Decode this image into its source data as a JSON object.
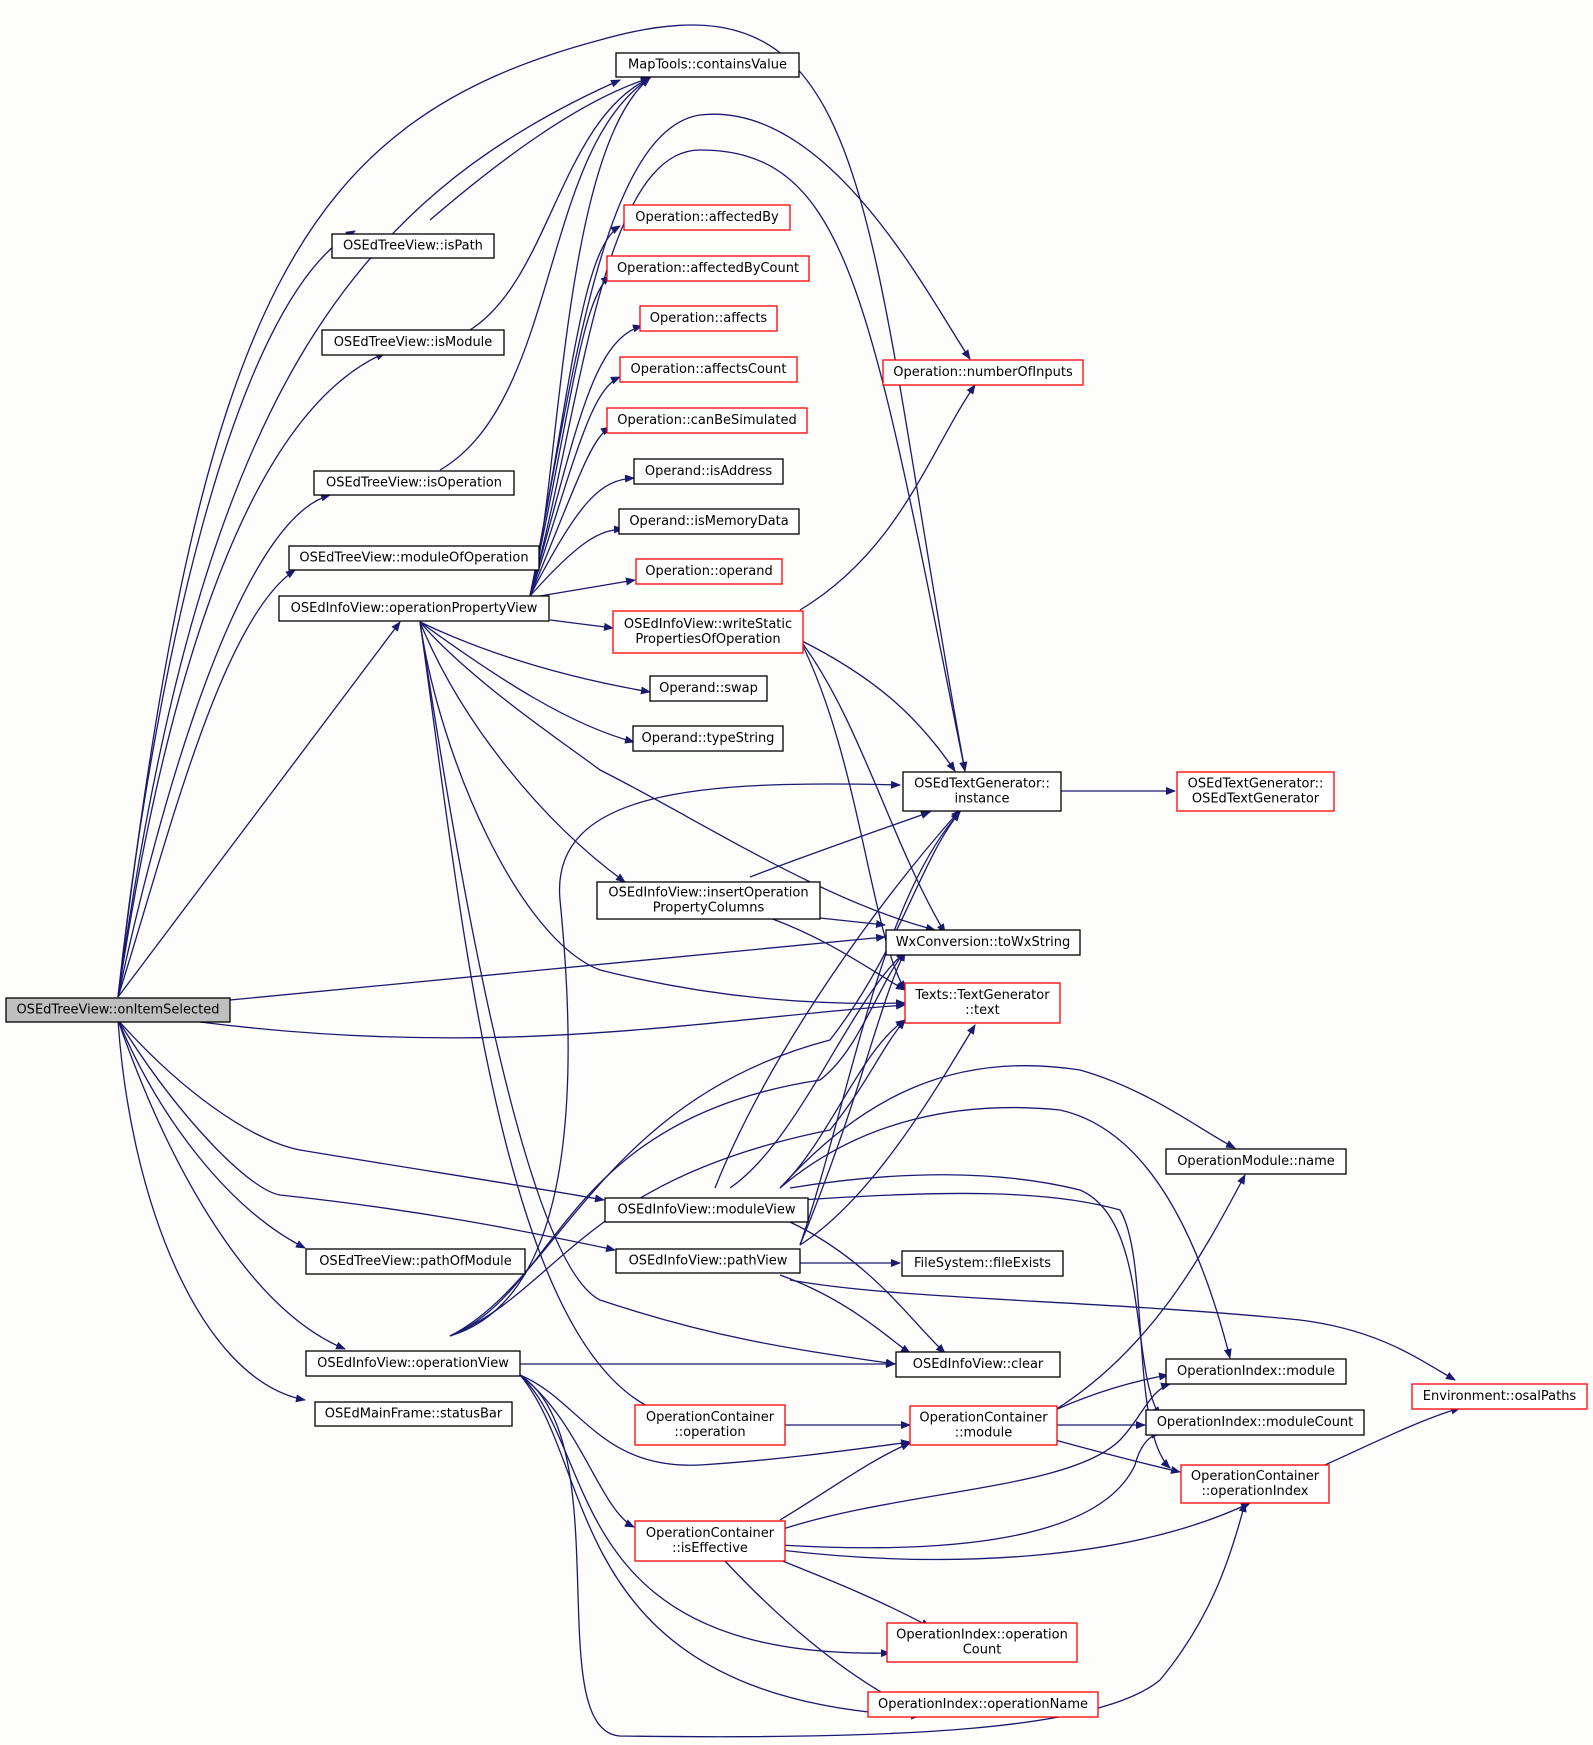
{
  "colors": {
    "edge": "#191970",
    "border_black": "#000000",
    "border_red": "#ff0000",
    "fill_default": "#ffffff",
    "fill_root": "#bfbfbf",
    "background": "#fdfdfb"
  },
  "nodes": [
    {
      "id": "onItemSelected",
      "lines": [
        "OSEdTreeView::onItemSelected"
      ],
      "border": "black",
      "root": true
    },
    {
      "id": "isPath",
      "lines": [
        "OSEdTreeView::isPath"
      ],
      "border": "black"
    },
    {
      "id": "isModule",
      "lines": [
        "OSEdTreeView::isModule"
      ],
      "border": "black"
    },
    {
      "id": "isOperation",
      "lines": [
        "OSEdTreeView::isOperation"
      ],
      "border": "black"
    },
    {
      "id": "moduleOfOperation",
      "lines": [
        "OSEdTreeView::moduleOfOperation"
      ],
      "border": "black"
    },
    {
      "id": "operationPropertyView",
      "lines": [
        "OSEdInfoView::operationPropertyView"
      ],
      "border": "black"
    },
    {
      "id": "pathOfModule",
      "lines": [
        "OSEdTreeView::pathOfModule"
      ],
      "border": "black"
    },
    {
      "id": "operationView",
      "lines": [
        "OSEdInfoView::operationView"
      ],
      "border": "black"
    },
    {
      "id": "statusBar",
      "lines": [
        "OSEdMainFrame::statusBar"
      ],
      "border": "black"
    },
    {
      "id": "containsValue",
      "lines": [
        "MapTools::containsValue"
      ],
      "border": "black"
    },
    {
      "id": "affectedBy",
      "lines": [
        "Operation::affectedBy"
      ],
      "border": "red"
    },
    {
      "id": "affectedByCount",
      "lines": [
        "Operation::affectedByCount"
      ],
      "border": "red"
    },
    {
      "id": "affects",
      "lines": [
        "Operation::affects"
      ],
      "border": "red"
    },
    {
      "id": "affectsCount",
      "lines": [
        "Operation::affectsCount"
      ],
      "border": "red"
    },
    {
      "id": "canBeSimulated",
      "lines": [
        "Operation::canBeSimulated"
      ],
      "border": "red"
    },
    {
      "id": "isAddress",
      "lines": [
        "Operand::isAddress"
      ],
      "border": "black"
    },
    {
      "id": "isMemoryData",
      "lines": [
        "Operand::isMemoryData"
      ],
      "border": "black"
    },
    {
      "id": "operand",
      "lines": [
        "Operation::operand"
      ],
      "border": "red"
    },
    {
      "id": "writeStatic",
      "lines": [
        "OSEdInfoView::writeStatic",
        "PropertiesOfOperation"
      ],
      "border": "red"
    },
    {
      "id": "swap",
      "lines": [
        "Operand::swap"
      ],
      "border": "black"
    },
    {
      "id": "typeString",
      "lines": [
        "Operand::typeString"
      ],
      "border": "black"
    },
    {
      "id": "insertColumns",
      "lines": [
        "OSEdInfoView::insertOperation",
        "PropertyColumns"
      ],
      "border": "black"
    },
    {
      "id": "moduleView",
      "lines": [
        "OSEdInfoView::moduleView"
      ],
      "border": "black"
    },
    {
      "id": "pathView",
      "lines": [
        "OSEdInfoView::pathView"
      ],
      "border": "black"
    },
    {
      "id": "ocOperation",
      "lines": [
        "OperationContainer",
        "::operation"
      ],
      "border": "red"
    },
    {
      "id": "ocIsEffective",
      "lines": [
        "OperationContainer",
        "::isEffective"
      ],
      "border": "red"
    },
    {
      "id": "numberOfInputs",
      "lines": [
        "Operation::numberOfInputs"
      ],
      "border": "red"
    },
    {
      "id": "tgInstance",
      "lines": [
        "OSEdTextGenerator::",
        "instance"
      ],
      "border": "black"
    },
    {
      "id": "toWxString",
      "lines": [
        "WxConversion::toWxString"
      ],
      "border": "black"
    },
    {
      "id": "textGenText",
      "lines": [
        "Texts::TextGenerator",
        "::text"
      ],
      "border": "red"
    },
    {
      "id": "fileExists",
      "lines": [
        "FileSystem::fileExists"
      ],
      "border": "black"
    },
    {
      "id": "clear",
      "lines": [
        "OSEdInfoView::clear"
      ],
      "border": "black"
    },
    {
      "id": "ocModule",
      "lines": [
        "OperationContainer",
        "::module"
      ],
      "border": "red"
    },
    {
      "id": "oiOperationCount",
      "lines": [
        "OperationIndex::operation",
        "Count"
      ],
      "border": "red"
    },
    {
      "id": "oiOperationName",
      "lines": [
        "OperationIndex::operationName"
      ],
      "border": "red"
    },
    {
      "id": "tgCtor",
      "lines": [
        "OSEdTextGenerator::",
        "OSEdTextGenerator"
      ],
      "border": "red"
    },
    {
      "id": "omName",
      "lines": [
        "OperationModule::name"
      ],
      "border": "black"
    },
    {
      "id": "oiModule",
      "lines": [
        "OperationIndex::module"
      ],
      "border": "black"
    },
    {
      "id": "oiModuleCount",
      "lines": [
        "OperationIndex::moduleCount"
      ],
      "border": "black"
    },
    {
      "id": "ocOperationIndex",
      "lines": [
        "OperationContainer",
        "::operationIndex"
      ],
      "border": "red"
    },
    {
      "id": "osalPaths",
      "lines": [
        "Environment::osalPaths"
      ],
      "border": "red"
    }
  ]
}
